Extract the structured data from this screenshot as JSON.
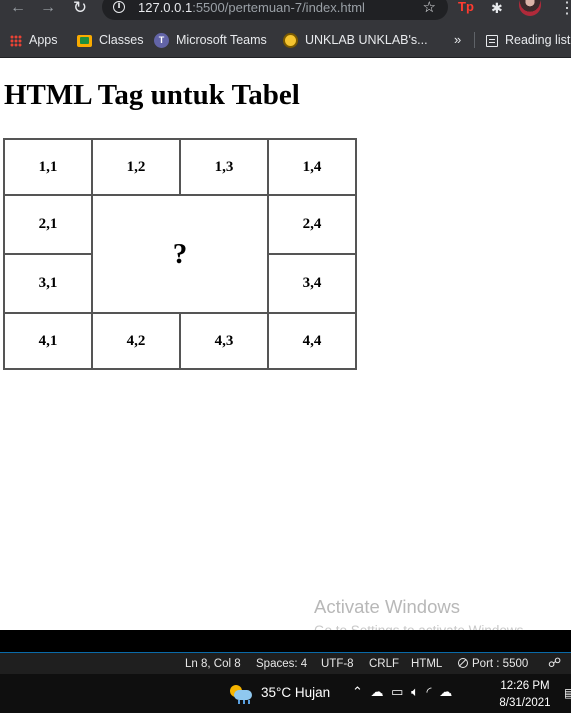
{
  "browser": {
    "url_host": "127.0.0.1",
    "url_rest": ":5500/pertemuan-7/index.html",
    "ext_label": "Tp"
  },
  "bookmarks": {
    "items": [
      {
        "label": "Apps"
      },
      {
        "label": "Classes"
      },
      {
        "label": "Microsoft Teams"
      },
      {
        "label": "UNKLAB UNKLAB's..."
      }
    ],
    "more": "»",
    "reading_list": "Reading list"
  },
  "page": {
    "title": "HTML Tag untuk Tabel",
    "table": {
      "row1": [
        "1,1",
        "1,2",
        "1,3",
        "1,4"
      ],
      "row2_left": "2,1",
      "merged": "?",
      "row2_right": "2,4",
      "row3_left": "3,1",
      "row3_right": "3,4",
      "row4": [
        "4,1",
        "4,2",
        "4,3",
        "4,4"
      ]
    }
  },
  "watermark": {
    "line1": "Activate Windows",
    "line2": "Go to Settings to activate Windows."
  },
  "status_bar": {
    "position": "Ln 8, Col 8",
    "spaces": "Spaces: 4",
    "encoding": "UTF-8",
    "eol": "CRLF",
    "language": "HTML",
    "port": "Port : 5500"
  },
  "taskbar": {
    "weather": "35°C  Hujan",
    "time": "12:26 PM",
    "date": "8/31/2021"
  },
  "colors": {
    "chrome_bg": "#35363a",
    "omnibox_bg": "#202124",
    "status_accent": "#0a6aa8"
  }
}
